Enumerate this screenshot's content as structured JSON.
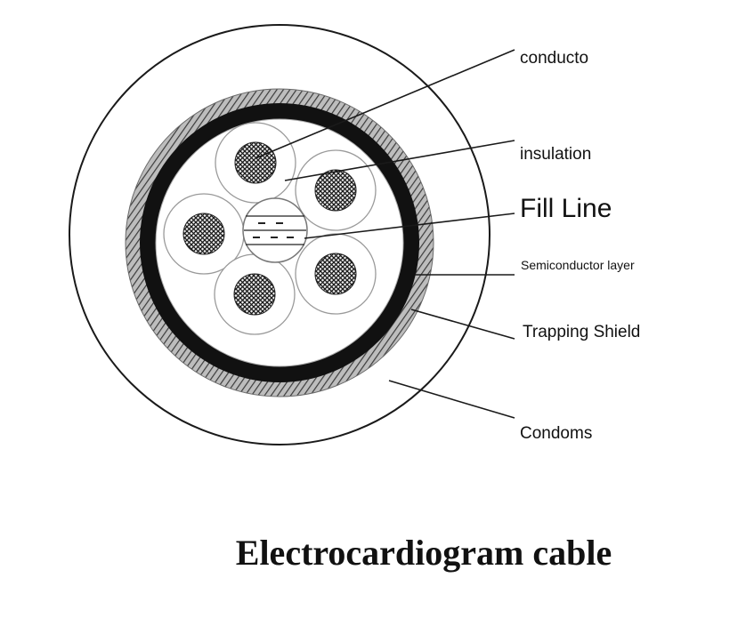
{
  "labels": {
    "conductor": "conducto",
    "insulation": "insulation",
    "fill_line": "Fill Line",
    "semiconductor": "Semiconductor layer",
    "trapping_shield": "Trapping Shield",
    "condoms": "Condoms"
  },
  "title": "Electrocardiogram cable",
  "colors": {
    "ink": "#111111",
    "shield": "#6b6b6b",
    "hatch": "#444444"
  }
}
